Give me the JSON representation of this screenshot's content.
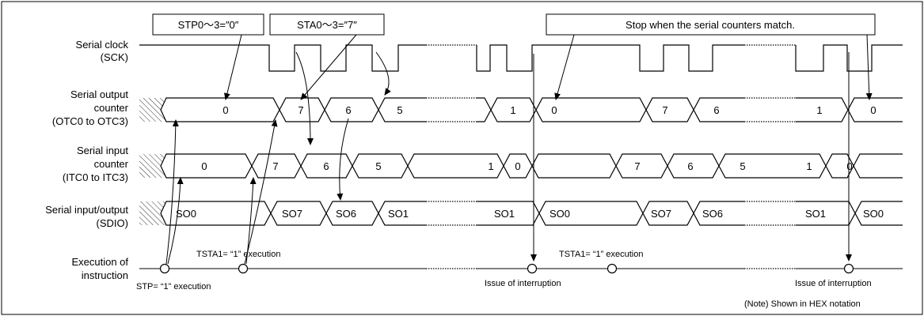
{
  "labels": {
    "sck": [
      "Serial clock",
      "(SCK)"
    ],
    "otc": [
      "Serial output",
      "counter",
      "(OTC0 to OTC3)"
    ],
    "itc": [
      "Serial input",
      "counter",
      "(ITC0 to ITC3)"
    ],
    "sdio": [
      "Serial input/output",
      "(SDIO)"
    ],
    "exec": [
      "Execution of",
      "instruction"
    ]
  },
  "callouts": {
    "stp": "STP0～3=″0″",
    "sta": "STA0～3=″7″",
    "stop": "Stop when the serial counters match."
  },
  "otc_values": [
    "0",
    "7",
    "6",
    "5",
    "1",
    "0",
    "7",
    "6",
    "1",
    "0"
  ],
  "itc_values": [
    "0",
    "7",
    "6",
    "5",
    "1",
    "0",
    "7",
    "6",
    "5",
    "1",
    "0"
  ],
  "sdio_values": [
    "SO0",
    "SO7",
    "SO6",
    "SO1",
    "SO1",
    "SO0",
    "SO7",
    "SO6",
    "SO1",
    "SO0"
  ],
  "annotations": {
    "stp_exec": "STP= “1” execution",
    "tsta_1": "TSTA1= “1” execution",
    "tsta_2": "TSTA1= “1” execution",
    "int_1": "Issue of interruption",
    "int_2": "Issue of interruption",
    "note": "(Note) Shown in HEX notation"
  },
  "arrowhead_icon": "arrowhead-icon"
}
